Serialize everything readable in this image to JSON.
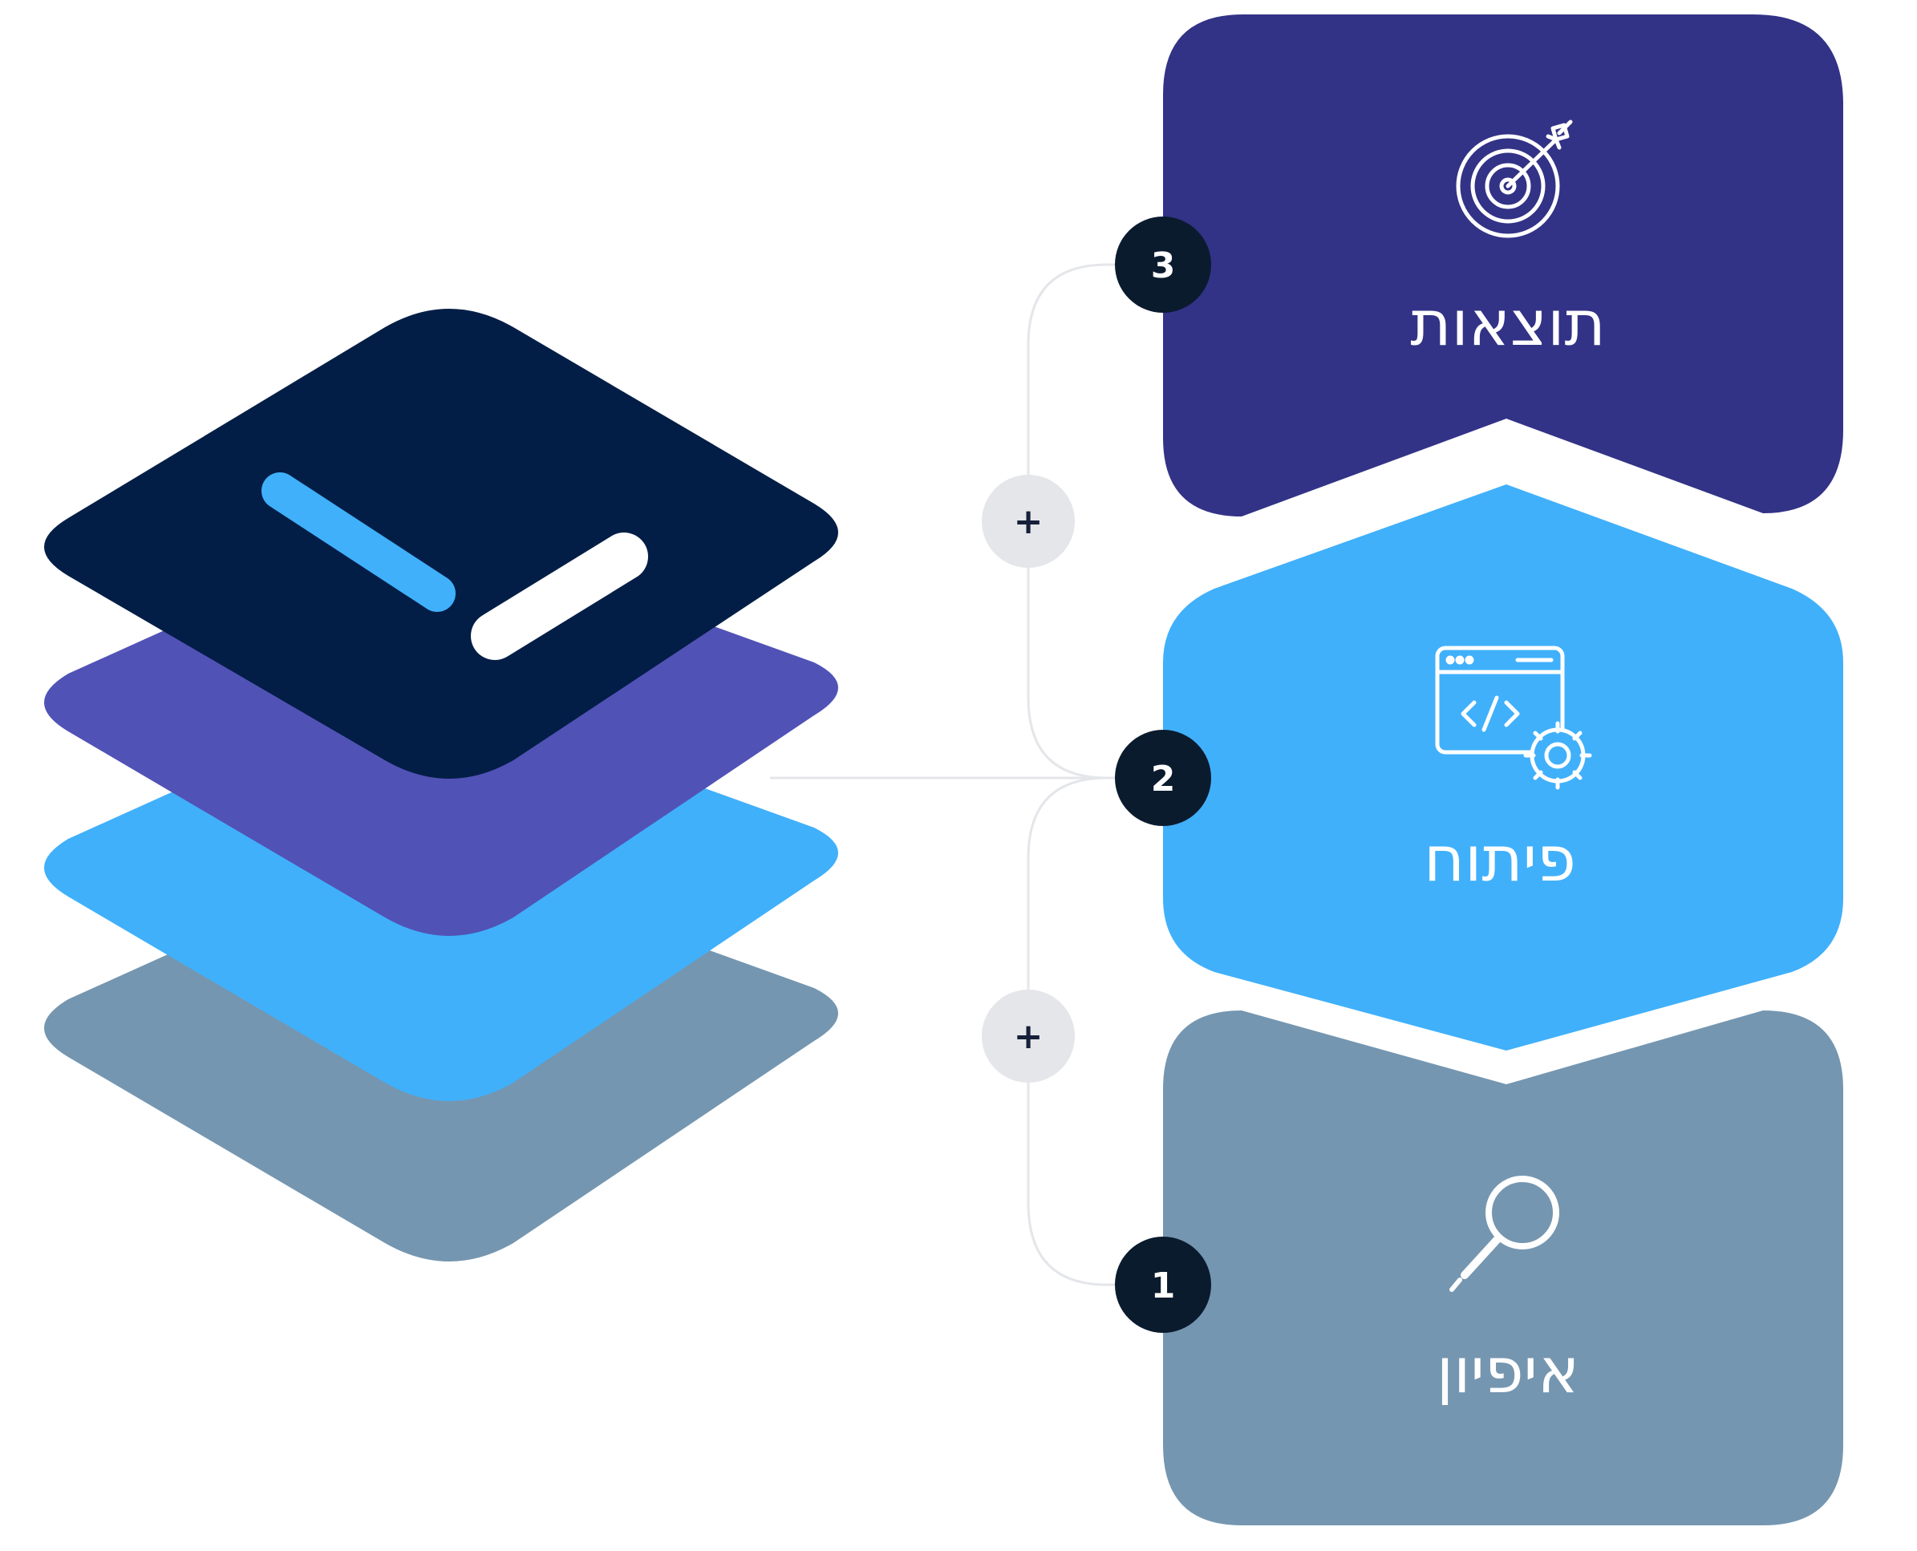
{
  "steps": [
    {
      "number": "3",
      "label": "תוצאות",
      "icon": "target-icon",
      "color": "#323386"
    },
    {
      "number": "2",
      "label": "פיתוח",
      "icon": "code-window-gear-icon",
      "color": "#40b0fb"
    },
    {
      "number": "1",
      "label": "איפיון",
      "icon": "magnifier-icon",
      "color": "#7596b0"
    }
  ],
  "connectors": {
    "plus_symbol": "+"
  },
  "layers_logo": {
    "colors": [
      "#031e46",
      "#5152b6",
      "#40b0fb",
      "#7596b0"
    ],
    "accent_blue": "#40b0fb",
    "accent_white": "#ffffff"
  }
}
